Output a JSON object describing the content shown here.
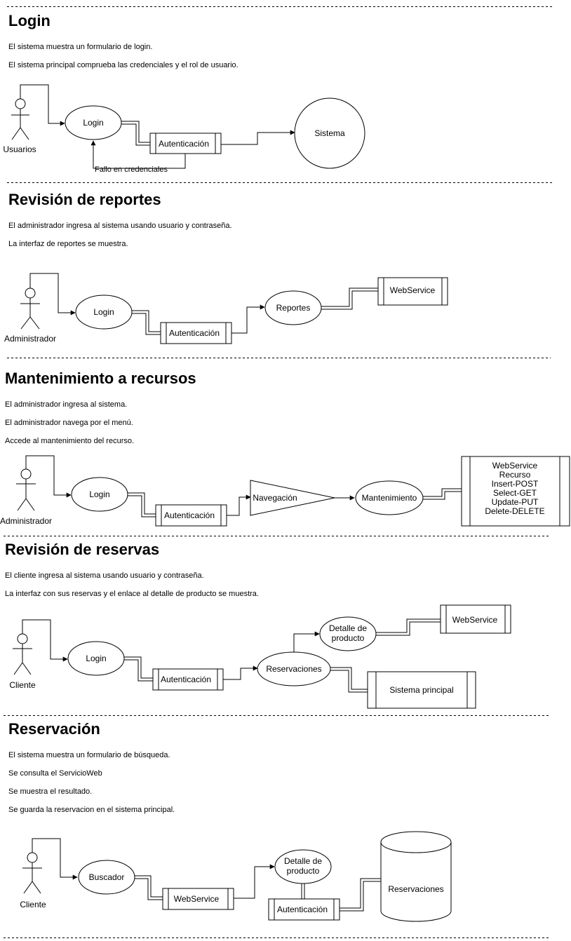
{
  "sections": [
    {
      "title": "Login",
      "lines": [
        "El sistema muestra un formulario de login.",
        "El sistema principal comprueba las credenciales y el rol de usuario."
      ]
    },
    {
      "title": "Revisión de reportes",
      "lines": [
        "El administrador ingresa al sistema usando usuario y contraseña.",
        "La interfaz de reportes se muestra."
      ]
    },
    {
      "title": "Mantenimiento a recursos",
      "lines": [
        "El administrador ingresa al sistema.",
        "El administrador navega por el menú.",
        "Accede al mantenimiento del recurso."
      ]
    },
    {
      "title": "Revisión de reservas",
      "lines": [
        "El cliente ingresa al sistema usando usuario y contraseña.",
        "La interfaz con sus reservas y el enlace al detalle de producto se muestra."
      ]
    },
    {
      "title": "Reservación",
      "lines": [
        "El sistema muestra un formulario de búsqueda.",
        "Se consulta el ServicioWeb",
        "Se muestra el resultado.",
        "Se guarda la reservacion en el sistema principal."
      ]
    }
  ],
  "d1": {
    "actor": "Usuarios",
    "login": "Login",
    "auth": "Autenticación",
    "system": "Sistema",
    "fail": "Fallo en credenciales"
  },
  "d2": {
    "actor": "Administrador",
    "login": "Login",
    "auth": "Autenticación",
    "reports": "Reportes",
    "ws": "WebService"
  },
  "d3": {
    "actor": "Administrador",
    "login": "Login",
    "auth": "Autenticación",
    "nav": "Navegación",
    "maint": "Mantenimiento",
    "ws_lines": [
      "WebService",
      "Recurso",
      "Insert-POST",
      "Select-GET",
      "Update-PUT",
      "Delete-DELETE"
    ]
  },
  "d4": {
    "actor": "Cliente",
    "login": "Login",
    "auth": "Autenticación",
    "reservations": "Reservaciones",
    "detail_1": "Detalle de",
    "detail_2": "producto",
    "ws": "WebService",
    "main": "Sistema principal"
  },
  "d5": {
    "actor": "Cliente",
    "search": "Buscador",
    "ws": "WebService",
    "detail_1": "Detalle de",
    "detail_2": "producto",
    "auth": "Autenticación",
    "db": "Reservaciones"
  }
}
